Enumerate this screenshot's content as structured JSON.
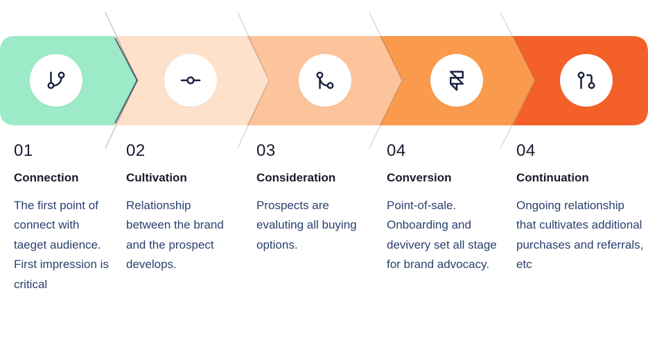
{
  "colors": {
    "stage1": "#9ceac7",
    "stage2": "#fde1cb",
    "stage3": "#fcc49b",
    "stage4": "#fa9a4c",
    "stage5": "#f36028",
    "circle": "#ffffff",
    "icon": "#1b2241",
    "heading": "#1a1a2e",
    "body_text": "#2a3f6e"
  },
  "steps": [
    {
      "number": "01",
      "title": "Connection",
      "icon": "git-branch-icon",
      "description": "The first point of connect with taeget audience. First impression is critical"
    },
    {
      "number": "02",
      "title": "Cultivation",
      "icon": "git-commit-icon",
      "description": "Relationship between the brand and the prospect develops."
    },
    {
      "number": "03",
      "title": "Consideration",
      "icon": "git-merge-icon",
      "description": "Prospects are evaluting all buying options."
    },
    {
      "number": "04",
      "title": "Conversion",
      "icon": "framer-icon",
      "description": "Point-of-sale. Onboarding and devivery set all stage for brand advocacy."
    },
    {
      "number": "04",
      "title": "Continuation",
      "icon": "git-pull-request-icon",
      "description": "Ongoing relationship that cultivates additional purchases and referrals, etc"
    }
  ]
}
